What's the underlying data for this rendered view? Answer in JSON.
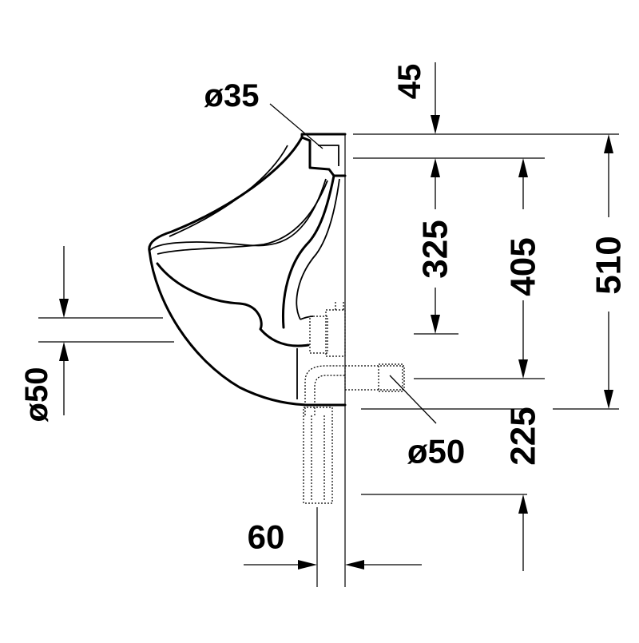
{
  "drawing": {
    "dimensions": {
      "d35": "ø35",
      "d45": "45",
      "d325": "325",
      "d405": "405",
      "d510": "510",
      "d225": "225",
      "d60": "60",
      "d50_left": "ø50",
      "d50_right": "ø50"
    }
  }
}
